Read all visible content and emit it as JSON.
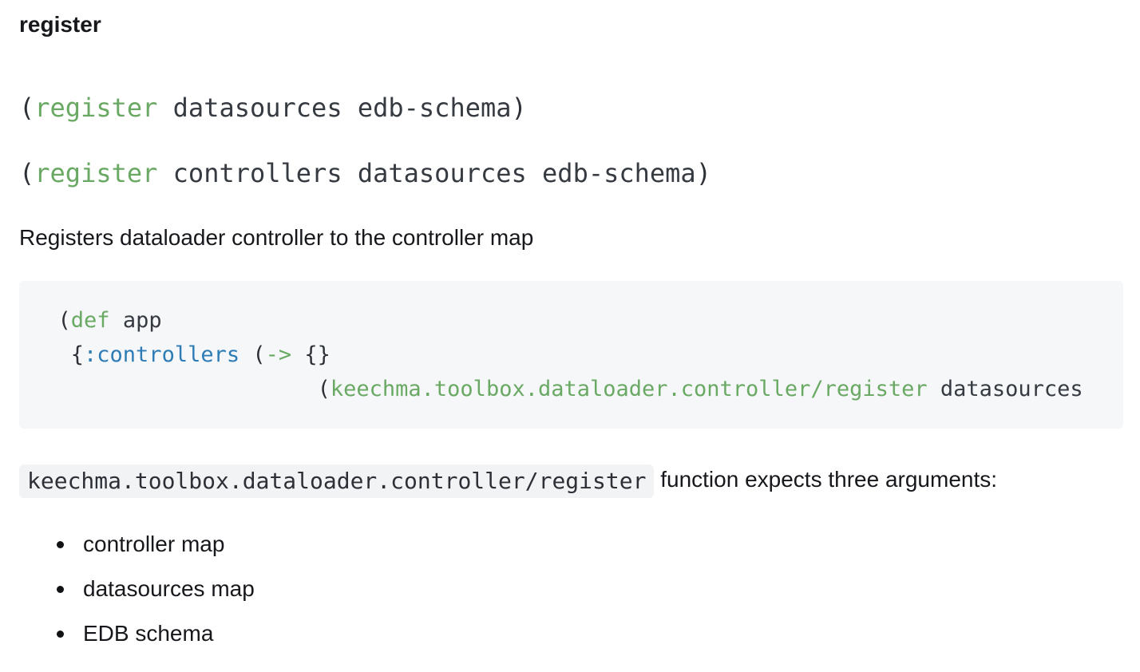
{
  "colors": {
    "accent_green": "#6aa964",
    "accent_blue": "#2e7cb5",
    "code_text": "#363a41",
    "body_text": "#16181c",
    "code_block_background": "#f5f7f9",
    "inline_code_background": "#f2f3f4"
  },
  "heading": "register",
  "usage": [
    {
      "tokens": [
        [
          "punct",
          "("
        ],
        [
          "green",
          "register"
        ],
        [
          "plain",
          " datasources edb-schema"
        ],
        [
          "punct",
          ")"
        ]
      ]
    },
    {
      "tokens": [
        [
          "punct",
          "("
        ],
        [
          "green",
          "register"
        ],
        [
          "plain",
          " controllers datasources edb-schema"
        ],
        [
          "punct",
          ")"
        ]
      ]
    }
  ],
  "description": "Registers dataloader controller to the controller map",
  "code_block": {
    "language": "clojure",
    "lines": [
      [
        [
          "punct",
          "  ("
        ],
        [
          "green",
          "def"
        ],
        [
          "plain",
          " app"
        ]
      ],
      [
        [
          "punct",
          "   {"
        ],
        [
          "blue",
          ":controllers"
        ],
        [
          "punct",
          " ("
        ],
        [
          "green",
          "->"
        ],
        [
          "punct",
          " {}"
        ]
      ],
      [
        [
          "punct",
          "                      ("
        ],
        [
          "green",
          "keechma.toolbox.dataloader.controller/register"
        ],
        [
          "plain",
          " datasources"
        ]
      ]
    ]
  },
  "arguments_intro": {
    "inline_code": "keechma.toolbox.dataloader.controller/register",
    "text": " function expects three arguments:"
  },
  "arguments_list": {
    "items": [
      "controller map",
      "datasources map",
      "EDB schema"
    ]
  }
}
